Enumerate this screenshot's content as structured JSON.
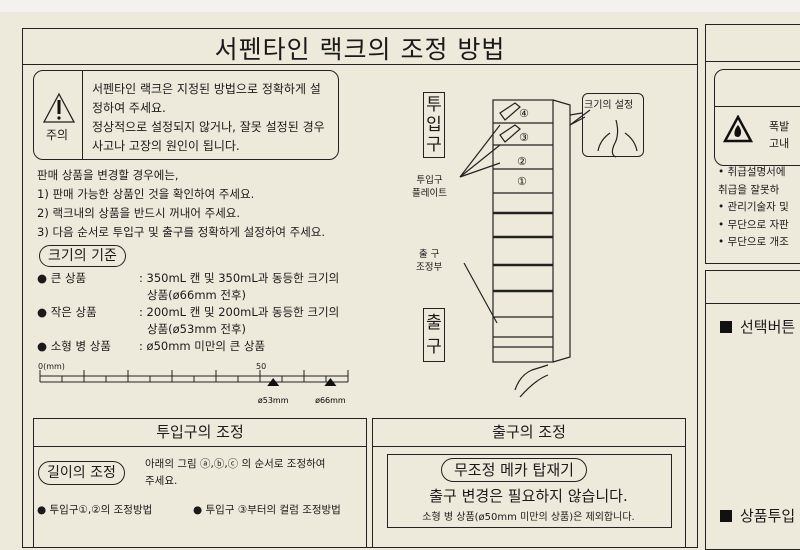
{
  "title": "서펜타인 랙크의 조정 방법",
  "caution": {
    "icon": "warning-triangle-icon",
    "label": "주의",
    "lines": [
      "서펜타인 랙크은 지정된 방법으로 정확하게 설",
      "정하여 주세요.",
      "정상적으로 설정되지 않거나, 잘못 설정된 경우",
      "사고나 고장의 원인이 됩니다."
    ]
  },
  "change": {
    "intro": "판매 상품을 변경할 경우에는,",
    "steps": [
      "1)  판매 가능한 상품인 것을 확인하여 주세요.",
      "2)  랙크내의 상품을 반드시 꺼내어 주세요.",
      "3)  다음 순서로 투입구 및 출구를 정확하게 설정하여 주세요."
    ]
  },
  "size_standard": {
    "heading": "크기의 기준",
    "items": [
      {
        "name": "큰 상품",
        "desc": [
          ": 350mL 캔 및 350mL과 동등한 크기의",
          "상품(ø66mm 전후)"
        ]
      },
      {
        "name": "작은 상품",
        "desc": [
          ": 200mL 캔 및 200mL과 동등한 크기의",
          "상품(ø53mm 전후)"
        ]
      },
      {
        "name": "소형 병 상품",
        "desc": [
          ": ø50mm 미만의 큰 상품"
        ]
      }
    ]
  },
  "ruler": {
    "start_label": "0(mm)",
    "mid_label": "50",
    "marks": [
      {
        "value": 53,
        "label": "ø53mm"
      },
      {
        "value": 66,
        "label": "ø66mm"
      }
    ],
    "max": 70
  },
  "diagram": {
    "inlet_label": [
      "투",
      "입",
      "구"
    ],
    "outlet_label": [
      "출",
      "구"
    ],
    "plate_label": [
      "투입구",
      "플레이트"
    ],
    "adjuster_label": [
      "출 구",
      "조정부"
    ],
    "size_setting": "크기의 설정",
    "positions": [
      "④",
      "③",
      "②",
      "①"
    ]
  },
  "inlet_adjust": {
    "heading": "투입구의 조정",
    "length_pill": "길이의 조정",
    "length_text": [
      "아래의 그림 ⓐ,ⓑ,ⓒ 의 순서로 조정하여",
      "주세요."
    ],
    "method1": "● 투입구①,②의 조정방법",
    "method2": "● 투입구 ③부터의 컬럼 조정방법"
  },
  "outlet_adjust": {
    "heading": "출구의 조정",
    "pill": "무조정 메카 탑재기",
    "main": "출구 변경은 필요하지 않습니다.",
    "note": "소형 병 상품(ø50mm 미만의 상품)은 제외합니다."
  },
  "right_panel": {
    "fire_icon": "fire-warning-icon",
    "warn_lines": [
      "폭발",
      "고내"
    ],
    "bullets": [
      "• 취급설명서에",
      "   취급을 잘못하",
      "• 관리기술자 및",
      "• 무단으로 자판",
      "• 무단으로 개조"
    ],
    "section1": "선택버튼",
    "section2": "상품투입"
  }
}
